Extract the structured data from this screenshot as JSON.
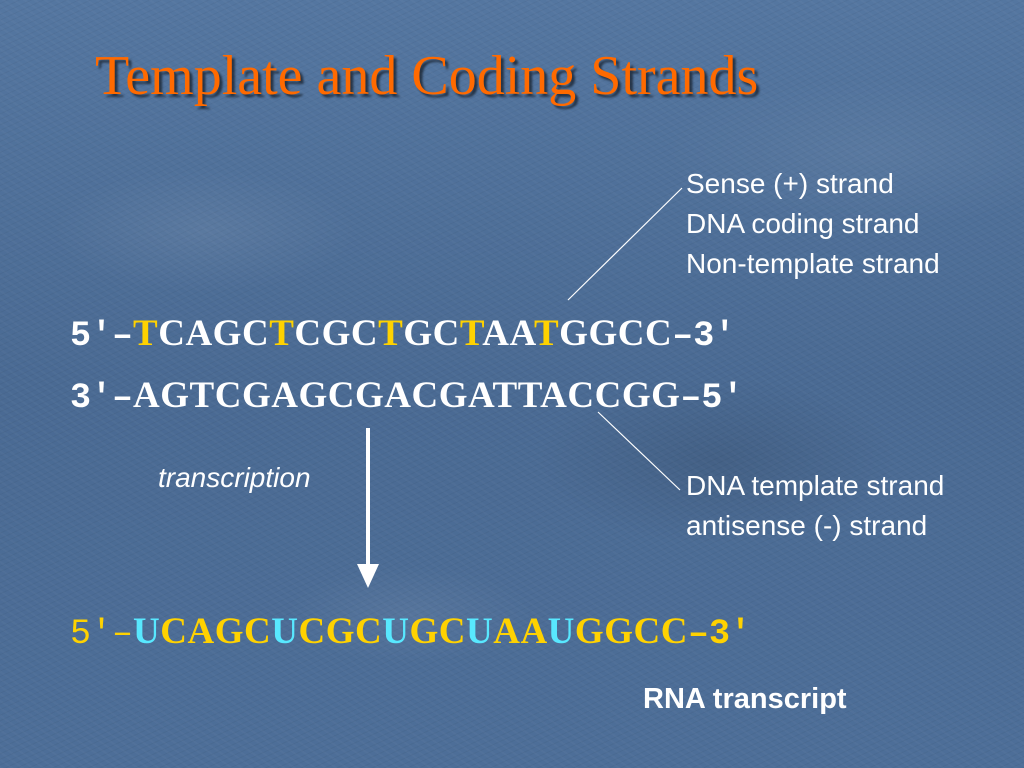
{
  "slide": {
    "title": "Template and Coding Strands",
    "coding_labels": [
      "Sense (+) strand",
      "DNA coding strand",
      "Non-template strand"
    ],
    "template_labels": [
      "DNA template strand",
      "antisense (-) strand"
    ],
    "transcription_label": "transcription",
    "rna_label": "RNA transcript",
    "coding_strand": {
      "prefix": "5′–",
      "bases": "TCAGCTCGCTGCTAATGGCC",
      "suffix": "–3′",
      "highlight_positions": [
        0,
        5,
        9,
        12,
        15
      ],
      "highlight_color": "#ffd200",
      "base_color": "#ffffff"
    },
    "template_strand": {
      "prefix": "3′–",
      "bases": "AGTCGAGCGACGATTACCGG",
      "suffix": "–5′",
      "base_color": "#ffffff"
    },
    "rna_strand": {
      "prefix": "5′–",
      "bases": "UCAGCUCGCUGCUAAUGGCC",
      "suffix": "–3′",
      "highlight_positions": [
        0,
        5,
        9,
        12,
        15
      ],
      "highlight_color": "#58e8ff",
      "base_color": "#ffd200"
    }
  },
  "colors": {
    "title": "#ff6a00",
    "text": "#ffffff",
    "background": "#4f6f99"
  }
}
